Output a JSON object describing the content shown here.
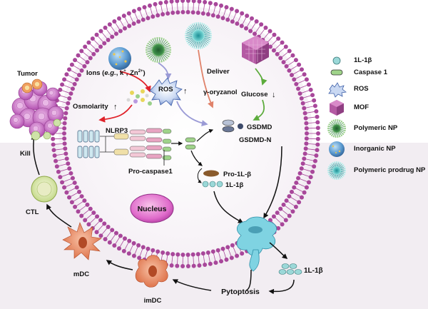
{
  "labels": {
    "ions_prefix": "Ions (",
    "ions_eg": "e.g.",
    "ions_suffix": ", k",
    "ions_kplus": "+",
    "ions_zn": ", Zn",
    "ions_zn_charge": "2+",
    "ions_close": ")",
    "osmolarity": "Osmolarity",
    "ros": "ROS",
    "deliver": "Deliver",
    "gamma_oryzanol": "γ-oryzanol",
    "glucose": "Glucose",
    "nlrp3": "NLRP3",
    "pro_caspase1": "Pro-caspase1",
    "gsdmd": "GSDMD",
    "gsdmd_n": "GSDMD-N",
    "pro_il1b": "Pro-1L-β",
    "il1b_inner": "1L-1β",
    "nucleus": "Nucleus",
    "il1b_outer": "1L-1β",
    "pyroptosis": "Pytoptosis",
    "imdc": "imDC",
    "mdc": "mDC",
    "ctl": "CTL",
    "kill": "Kill",
    "tumor": "Tumor",
    "up_arrow": "↑",
    "down_arrow": "↓"
  },
  "legend": [
    {
      "icon": "il1b-icon",
      "label": "1L-1β"
    },
    {
      "icon": "caspase1-icon",
      "label": "Caspase 1"
    },
    {
      "icon": "ros-icon",
      "label": "ROS"
    },
    {
      "icon": "mof-icon",
      "label": "MOF"
    },
    {
      "icon": "polymeric-np-icon",
      "label": "Polymeric NP"
    },
    {
      "icon": "inorganic-np-icon",
      "label": "Inorganic NP"
    },
    {
      "icon": "polymeric-prodrug-np-icon",
      "label": "Polymeric prodrug NP"
    }
  ],
  "colors": {
    "membrane": "#a8479a",
    "ions_arrow": "#e0222a",
    "ros_arrow": "#9b9bd6",
    "deliver_arrow": "#e0826a",
    "glucose_arrow": "#5cab3c",
    "pyroptosis_text": "#e0222a",
    "nucleus_fill": "#d94fc0",
    "pore_fill": "#7fd3e2",
    "il1b_fill": "#9bd8d8",
    "caspase_fill": "#9fd38a"
  }
}
